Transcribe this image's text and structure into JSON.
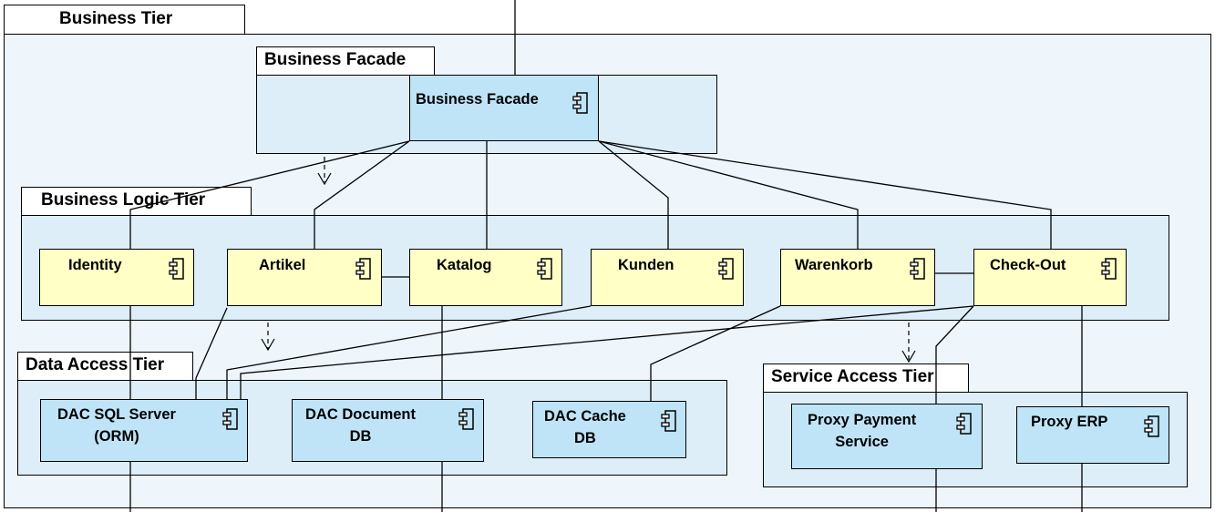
{
  "tiers": {
    "business_tier": "Business Tier",
    "business_facade_pkg": "Business Facade",
    "business_logic_tier": "Business Logic Tier",
    "data_access_tier": "Data Access Tier",
    "service_access_tier": "Service Access Tier"
  },
  "components": {
    "business_facade": [
      "Business Facade"
    ],
    "identity": [
      "Identity"
    ],
    "artikel": [
      "Artikel"
    ],
    "katalog": [
      "Katalog"
    ],
    "kunden": [
      "Kunden"
    ],
    "warenkorb": [
      "Warenkorb"
    ],
    "checkout": [
      "Check-Out"
    ],
    "dac_sql": [
      "DAC SQL Server",
      "(ORM)"
    ],
    "dac_document": [
      "DAC Document",
      "DB"
    ],
    "dac_cache": [
      "DAC Cache",
      "DB"
    ],
    "proxy_payment": [
      "Proxy Payment",
      "Service"
    ],
    "proxy_erp": [
      "Proxy ERP"
    ]
  },
  "icon": "component-icon",
  "colors": {
    "component_blue": "#bfe4f7",
    "component_yellow": "#ffffc6",
    "package_fill": "#ddeef9",
    "outer_fill": "#eef6fc"
  }
}
